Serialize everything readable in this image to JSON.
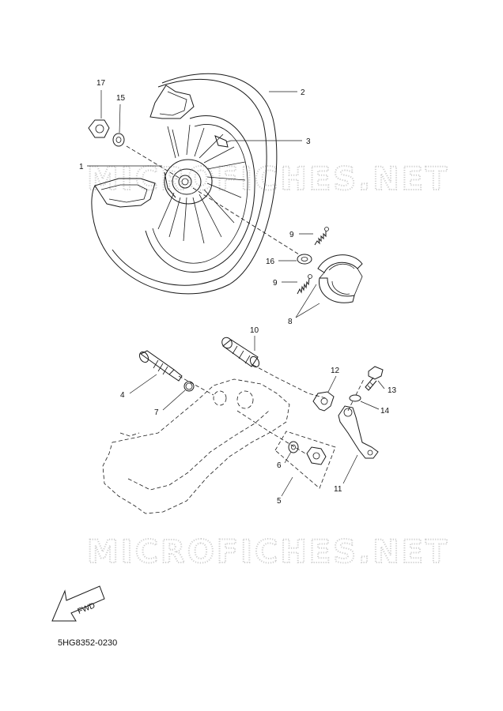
{
  "watermark": "MICROFICHES.NET",
  "fwd_label": "FWD",
  "diagram_code": "5HG8352-0230",
  "callouts": {
    "p1": "1",
    "p2": "2",
    "p3": "3",
    "p4": "4",
    "p5": "5",
    "p6": "6",
    "p7": "7",
    "p8": "8",
    "p9a": "9",
    "p9b": "9",
    "p10": "10",
    "p11": "11",
    "p12": "12",
    "p13": "13",
    "p14": "14",
    "p15": "15",
    "p16": "16",
    "p17": "17"
  }
}
